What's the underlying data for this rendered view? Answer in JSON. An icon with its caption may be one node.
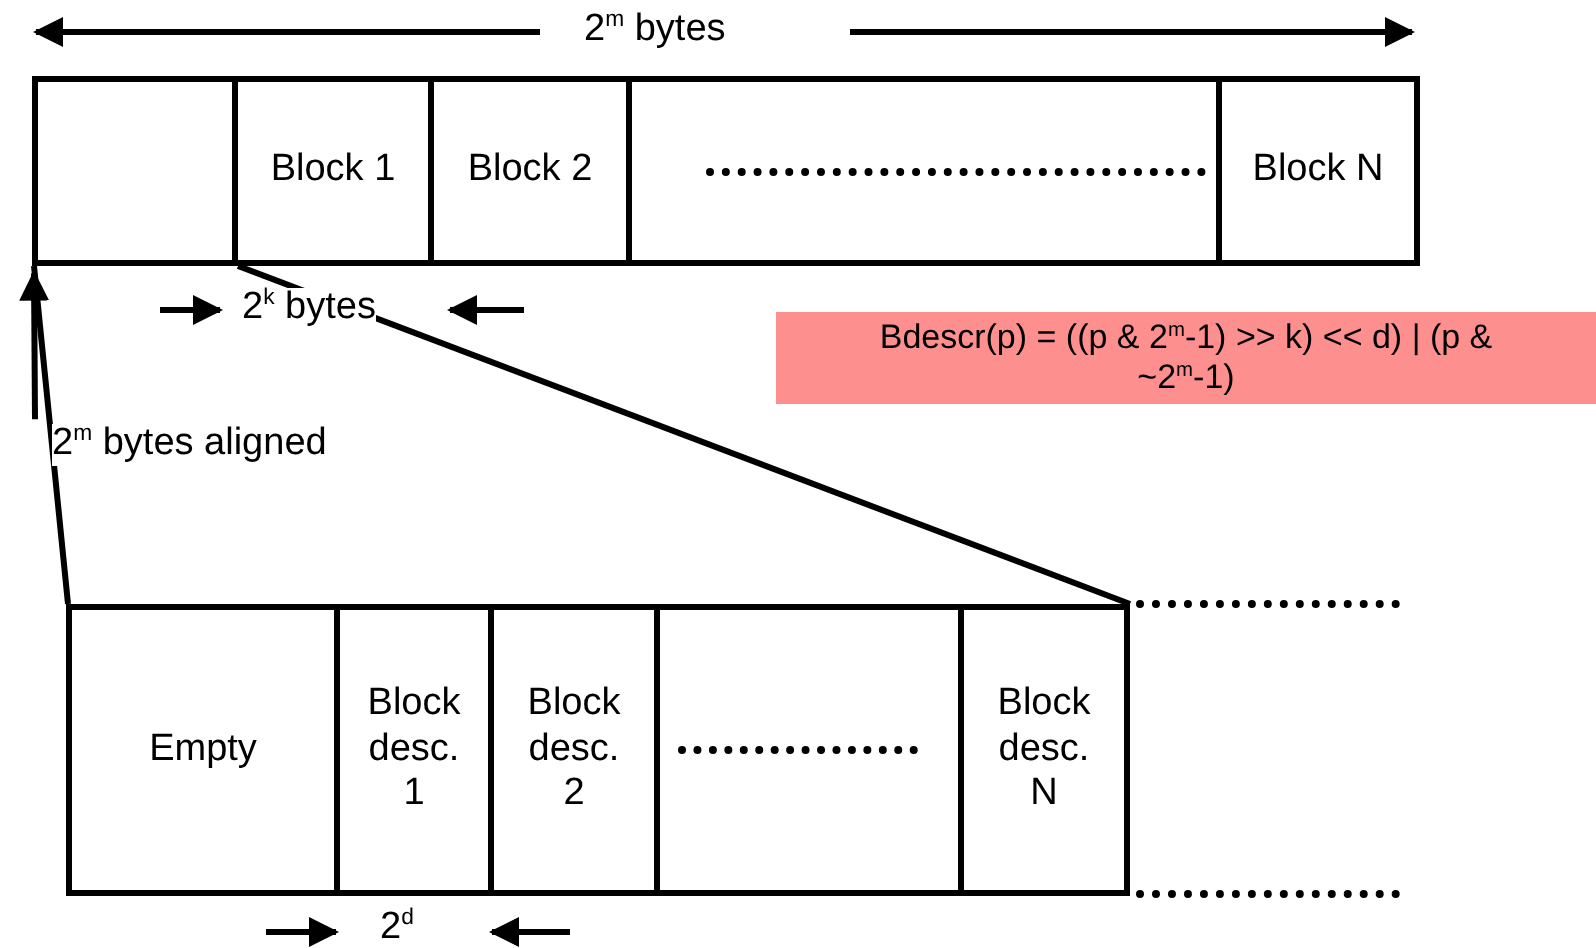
{
  "diagram": {
    "nodes": [
      {
        "text": [],
        "shape": "box"
      },
      {
        "text": [
          "Block 1"
        ]
      },
      {
        "text": [
          "Block 2"
        ]
      },
      {
        "text": [],
        "shape": "box"
      },
      {
        "text": [
          "Block N"
        ]
      },
      {
        "text": [
          "Bdescr(p) = ((p & 2$^{m}$-1) >> k) << d) | (p & ~2$^{m}$-1)"
        ]
      },
      {
        "text": [
          "2$^{m}$ bytes aligned"
        ]
      },
      {
        "text": [
          "Empty"
        ]
      },
      {
        "text": [
          "Block desc. 1"
        ]
      },
      {
        "text": [
          "Block desc. 2"
        ]
      },
      {
        "text": [],
        "shape": "box"
      },
      {
        "text": [
          "Block desc. N"
        ]
      }
    ],
    "edges": [
      {
        "from": 0,
        "to": 7,
        "arrow": "none"
      },
      {
        "from": 0,
        "to": 11,
        "arrow": "none"
      },
      {
        "from": 6,
        "to": 0,
        "arrow": "to"
      }
    ],
    "labels": [
      "2$^{m}$ bytes",
      "2$^{k}$ bytes",
      "2$^{d}$"
    ]
  }
}
